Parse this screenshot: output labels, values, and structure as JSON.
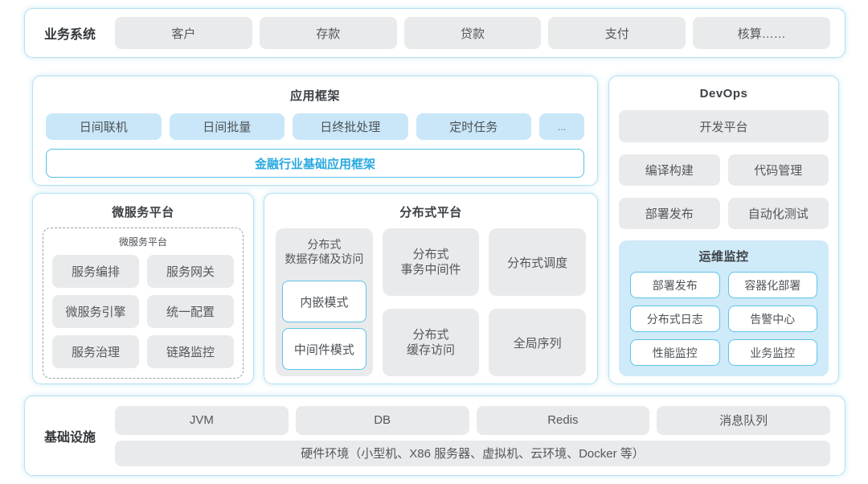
{
  "colors": {
    "accent_blue_text": "#29a9e0",
    "panel_border_cyan": "#b3e1f0",
    "inner_border_cyan": "#5fc4e9",
    "light_blue_fill": "#c9e7f8",
    "monitor_panel_fill": "#cfeaf9",
    "gray_fill": "#e9eaeb"
  },
  "business": {
    "label": "业务系统",
    "items": [
      "客户",
      "存款",
      "贷款",
      "支付",
      "核算……"
    ]
  },
  "app_framework": {
    "title": "应用框架",
    "items": [
      "日间联机",
      "日间批量",
      "日终批处理",
      "定时任务",
      "..."
    ],
    "base": "金融行业基础应用框架"
  },
  "microservice": {
    "title": "微服务平台",
    "inner_title": "微服务平台",
    "items": [
      "服务编排",
      "服务网关",
      "微服务引擎",
      "统一配置",
      "服务治理",
      "链路监控"
    ]
  },
  "distributed": {
    "title": "分布式平台",
    "storage": {
      "label": "分布式\n数据存储及访问",
      "modes": [
        "内嵌模式",
        "中间件模式"
      ]
    },
    "cells": [
      "分布式\n事务中间件",
      "分布式调度",
      "分布式\n缓存访问",
      "全局序列"
    ]
  },
  "devops": {
    "title": "DevOps",
    "platform": "开发平台",
    "items": [
      "编译构建",
      "代码管理",
      "部署发布",
      "自动化测试"
    ],
    "monitoring": {
      "title": "运维监控",
      "items": [
        "部署发布",
        "容器化部署",
        "分布式日志",
        "告警中心",
        "性能监控",
        "业务监控"
      ]
    }
  },
  "infrastructure": {
    "label": "基础设施",
    "items": [
      "JVM",
      "DB",
      "Redis",
      "消息队列"
    ],
    "hardware": "硬件环境（小型机、X86 服务器、虚拟机、云环境、Docker 等）"
  }
}
